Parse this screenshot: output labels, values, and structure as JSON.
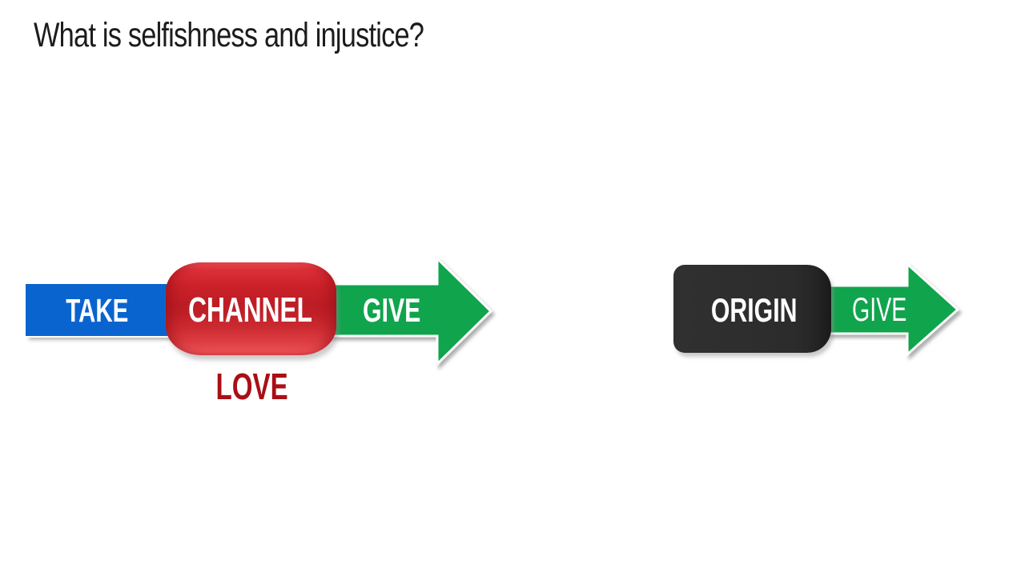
{
  "slide": {
    "title": "What is selfishness and injustice?",
    "background_color": "#ffffff",
    "title_color": "#1c1c1c"
  },
  "left_diagram": {
    "take_label": "TAKE",
    "channel_label": "CHANNEL",
    "give_label": "GIVE",
    "love_label": "LOVE",
    "colors": {
      "take_bar": "#0a64d0",
      "channel_cylinder": "#c32129",
      "give_arrow": "#10a44d",
      "love_text": "#a90f15",
      "label_text": "#ffffff"
    }
  },
  "right_diagram": {
    "origin_label": "ORIGIN",
    "give_label": "GIVE",
    "colors": {
      "origin_box": "#2b2b2b",
      "give_arrow": "#10a44d",
      "label_text": "#ffffff"
    }
  }
}
